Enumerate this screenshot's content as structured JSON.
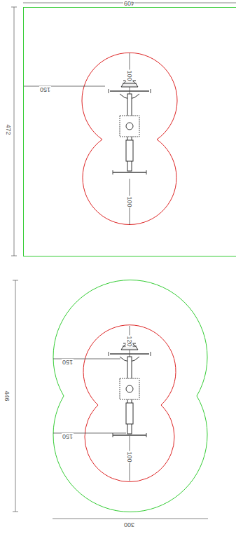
{
  "diagram": {
    "labels": [
      "409",
      "472",
      "100",
      "150",
      "100",
      "446",
      "120",
      "150",
      "150",
      "100",
      "300"
    ]
  }
}
